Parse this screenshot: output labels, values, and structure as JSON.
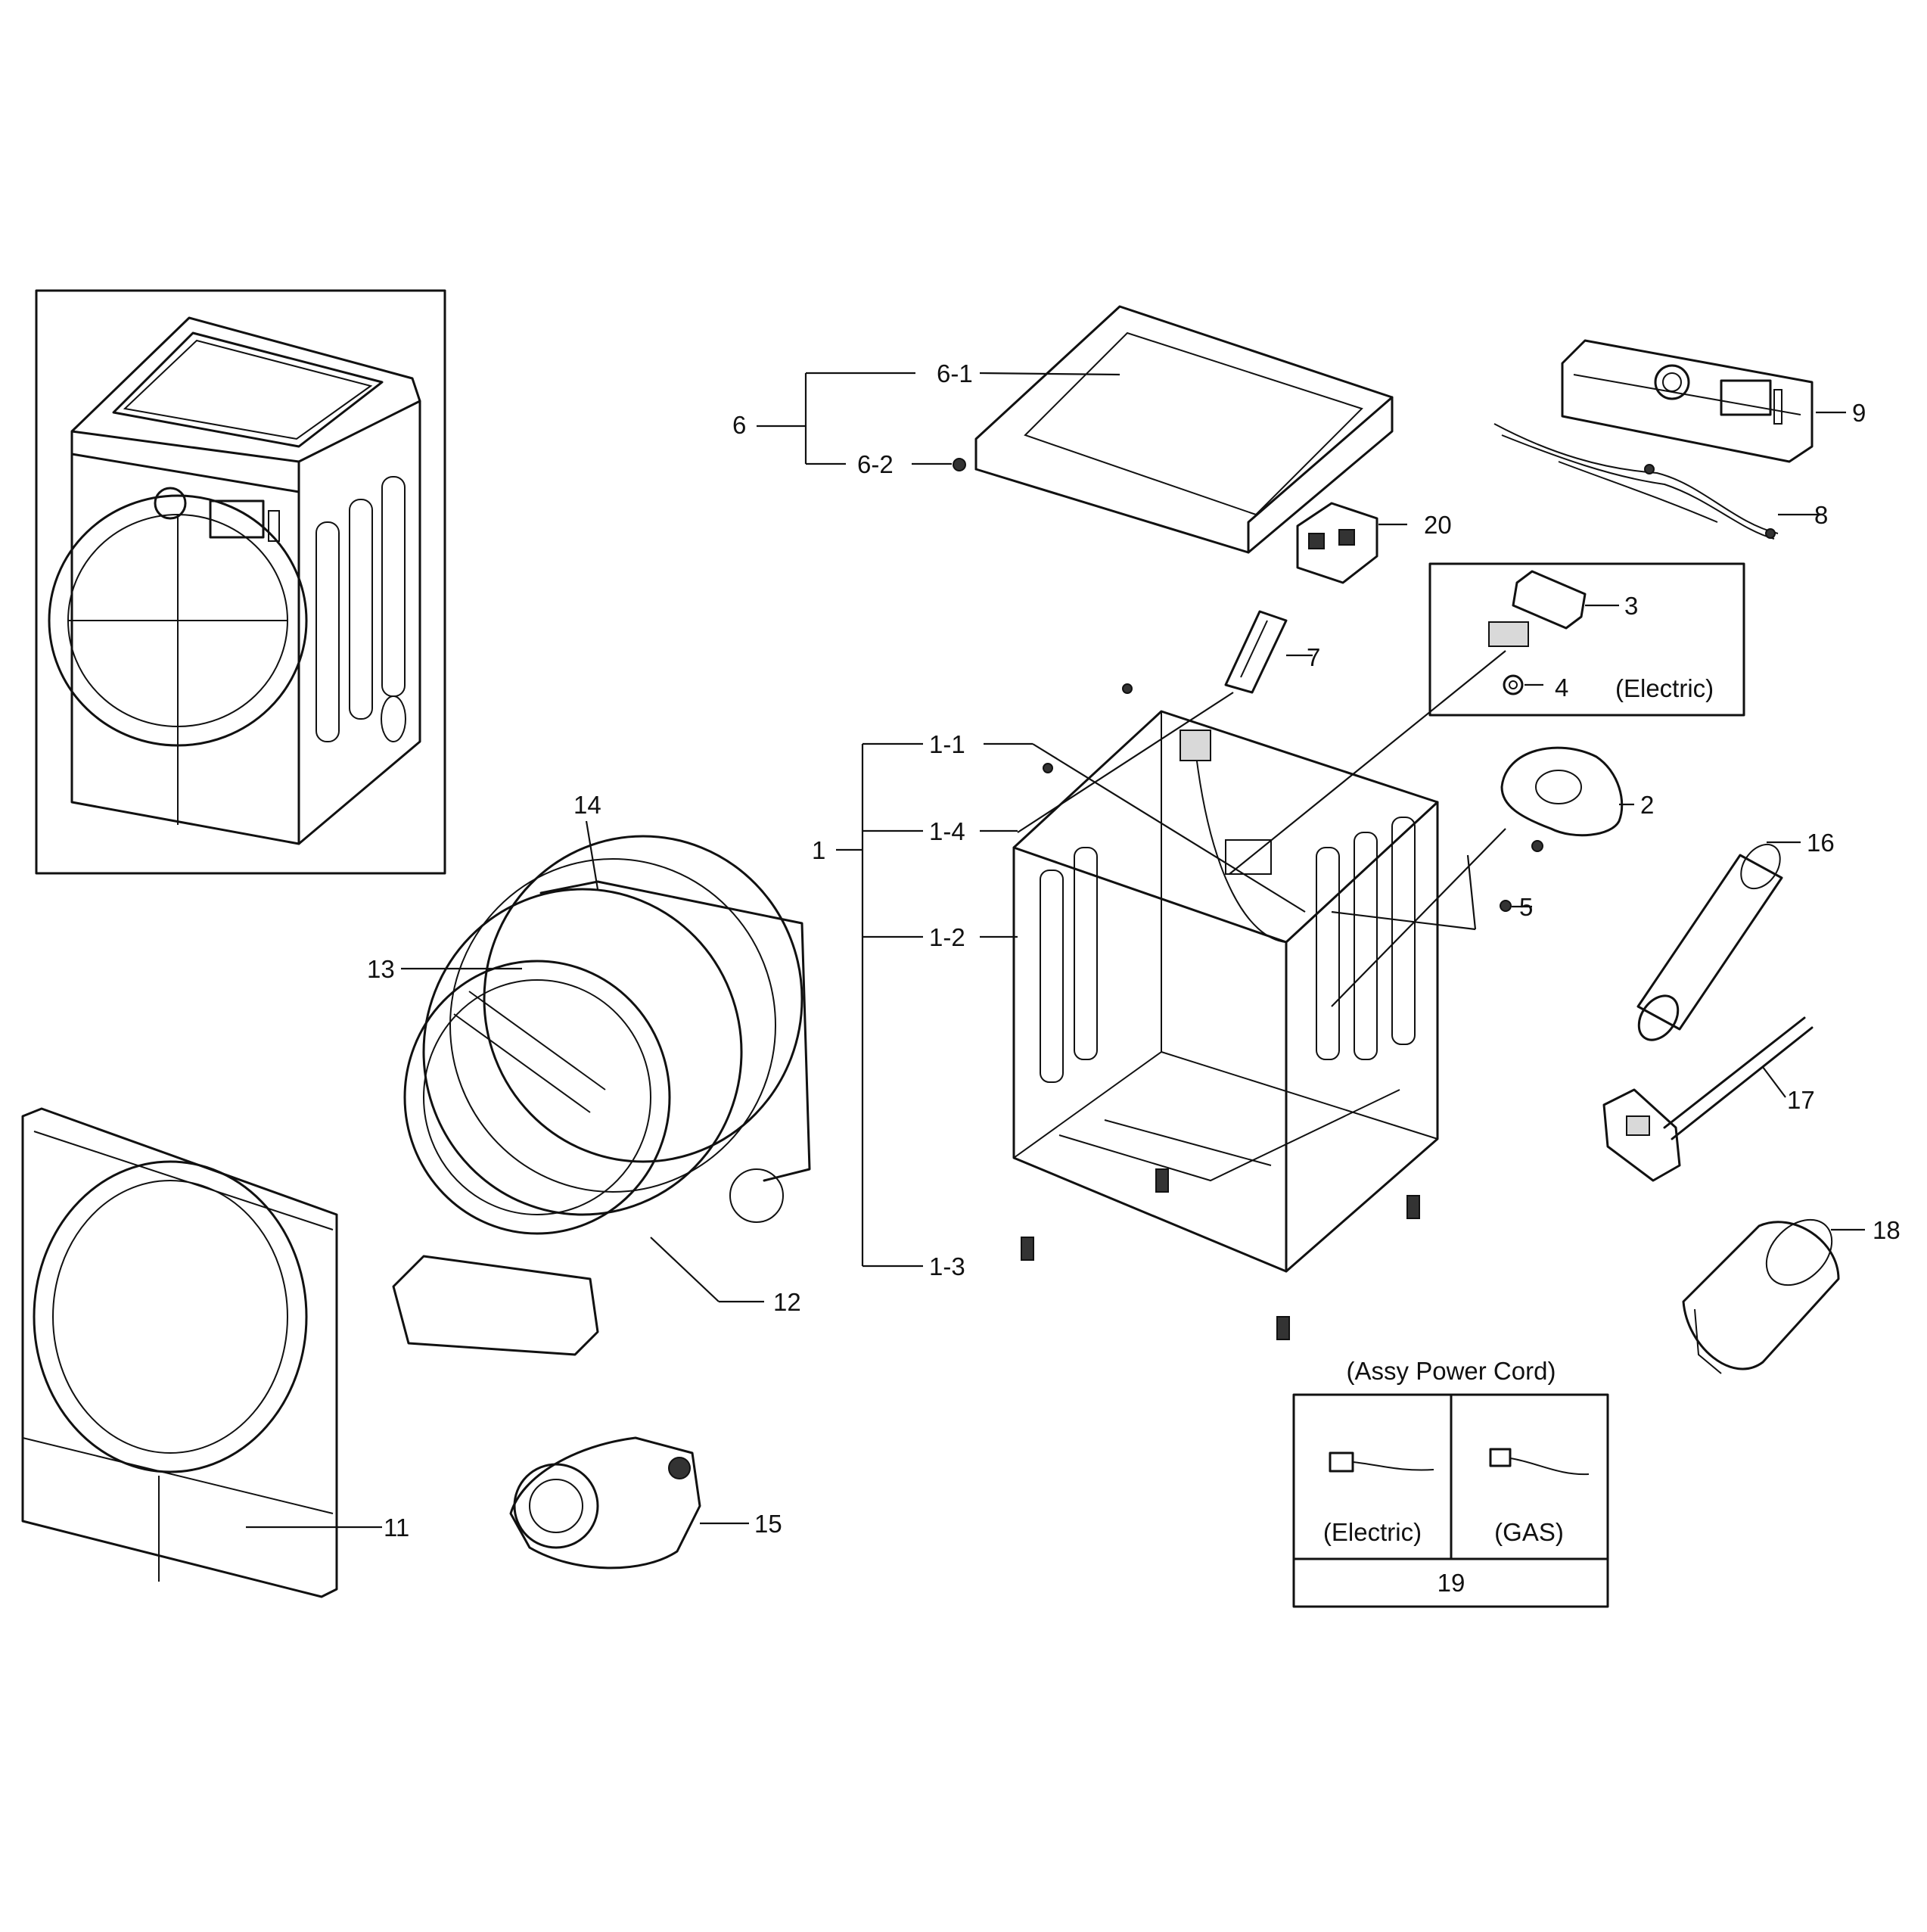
{
  "callouts": {
    "p1": "1",
    "p1_1": "1-1",
    "p1_2": "1-2",
    "p1_3": "1-3",
    "p1_4": "1-4",
    "p2": "2",
    "p3": "3",
    "p4": "4",
    "p5": "5",
    "p6": "6",
    "p6_1": "6-1",
    "p6_2": "6-2",
    "p7": "7",
    "p8": "8",
    "p9": "9",
    "p11": "11",
    "p12": "12",
    "p13": "13",
    "p14": "14",
    "p15": "15",
    "p16": "16",
    "p17": "17",
    "p18": "18",
    "p19": "19",
    "p20": "20"
  },
  "electric_box": {
    "label": "(Electric)"
  },
  "power_cord": {
    "title": "(Assy Power Cord)",
    "electric_label": "(Electric)",
    "gas_label": "(GAS)"
  }
}
